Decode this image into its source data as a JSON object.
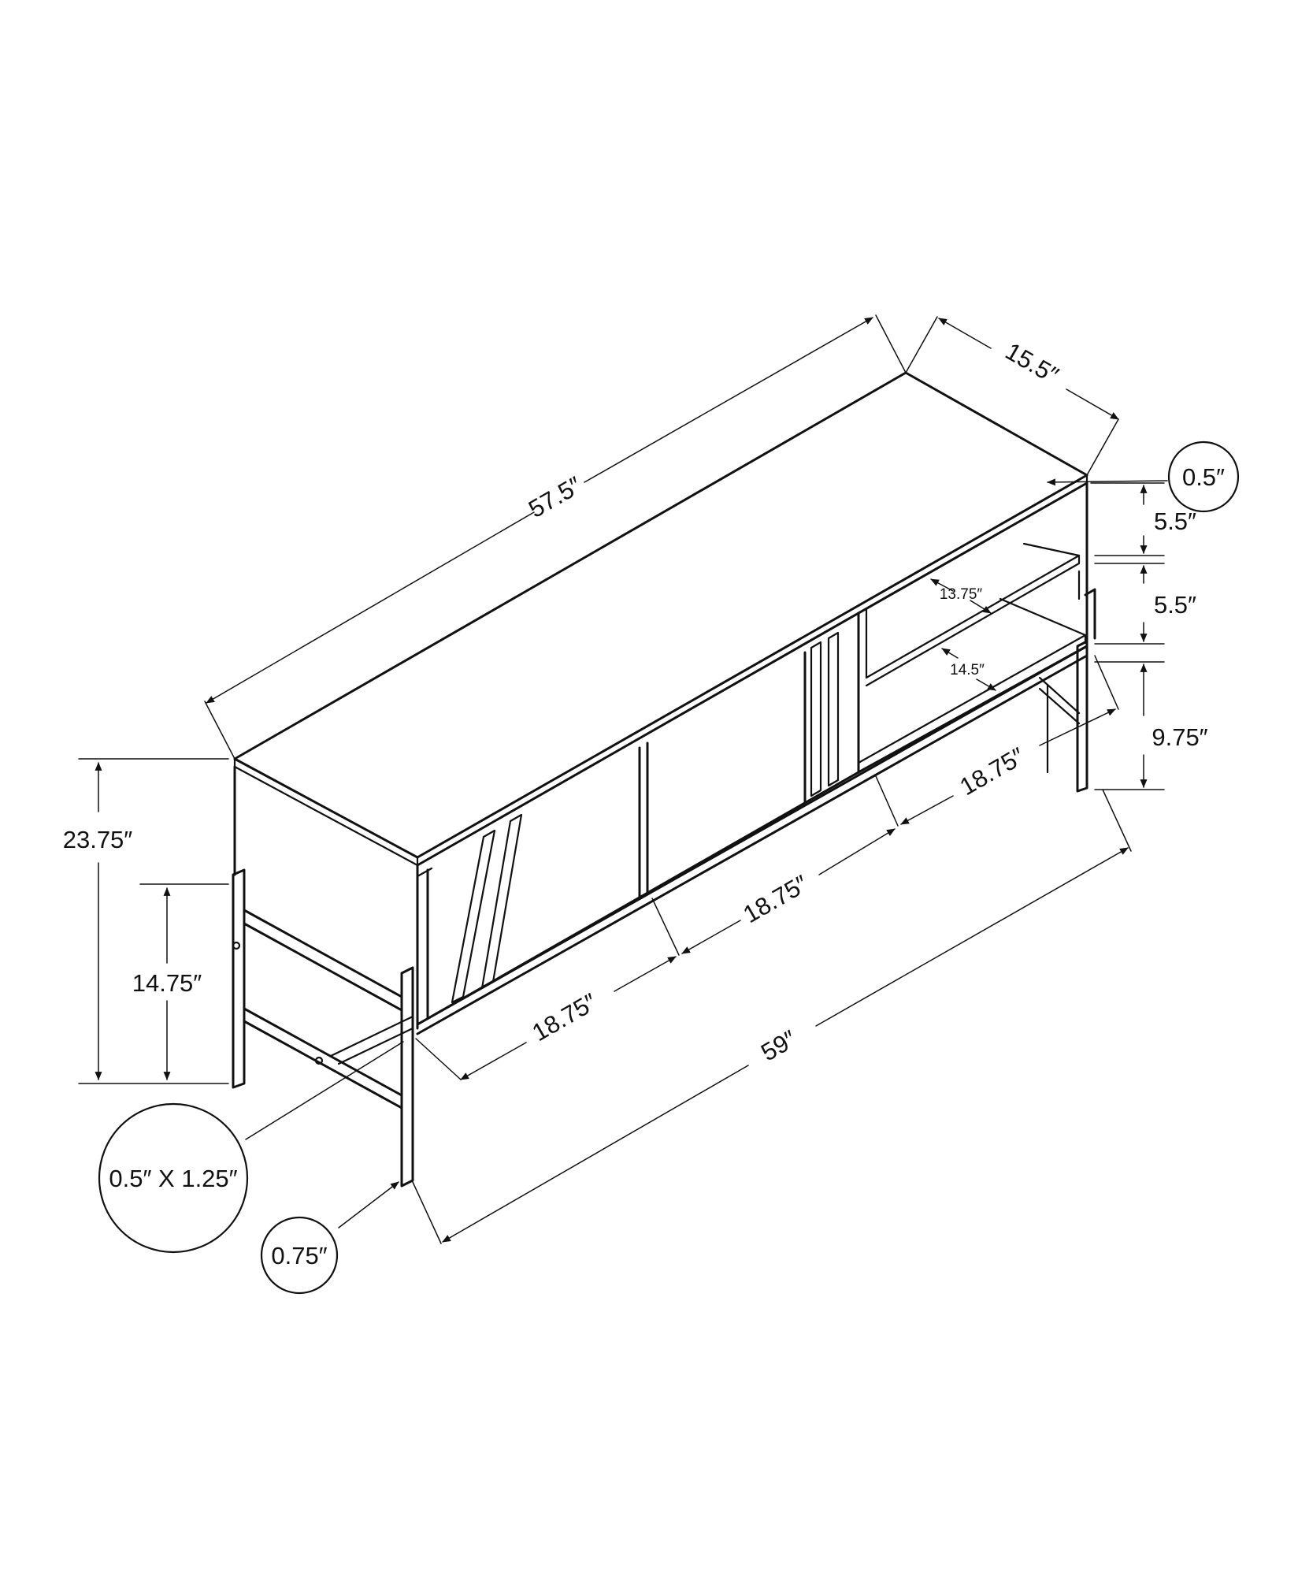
{
  "diagram": {
    "colors": {
      "line": "#111111",
      "background": "#ffffff"
    },
    "dimensions": {
      "top_length": "57.5″",
      "top_depth": "15.5″",
      "top_thickness": "0.5″",
      "shelf_gap_upper": "5.5″",
      "shelf_gap_lower": "5.5″",
      "shelf_depth_upper": "13.75″",
      "shelf_depth_lower": "14.5″",
      "leg_clearance": "9.75″",
      "total_height": "23.75″",
      "frame_height": "14.75″",
      "section_right": "18.75″",
      "section_middle": "18.75″",
      "section_left": "18.75″",
      "frame_length": "59″",
      "tube_profile": "0.5″ X 1.25″",
      "leg_width": "0.75″"
    }
  }
}
